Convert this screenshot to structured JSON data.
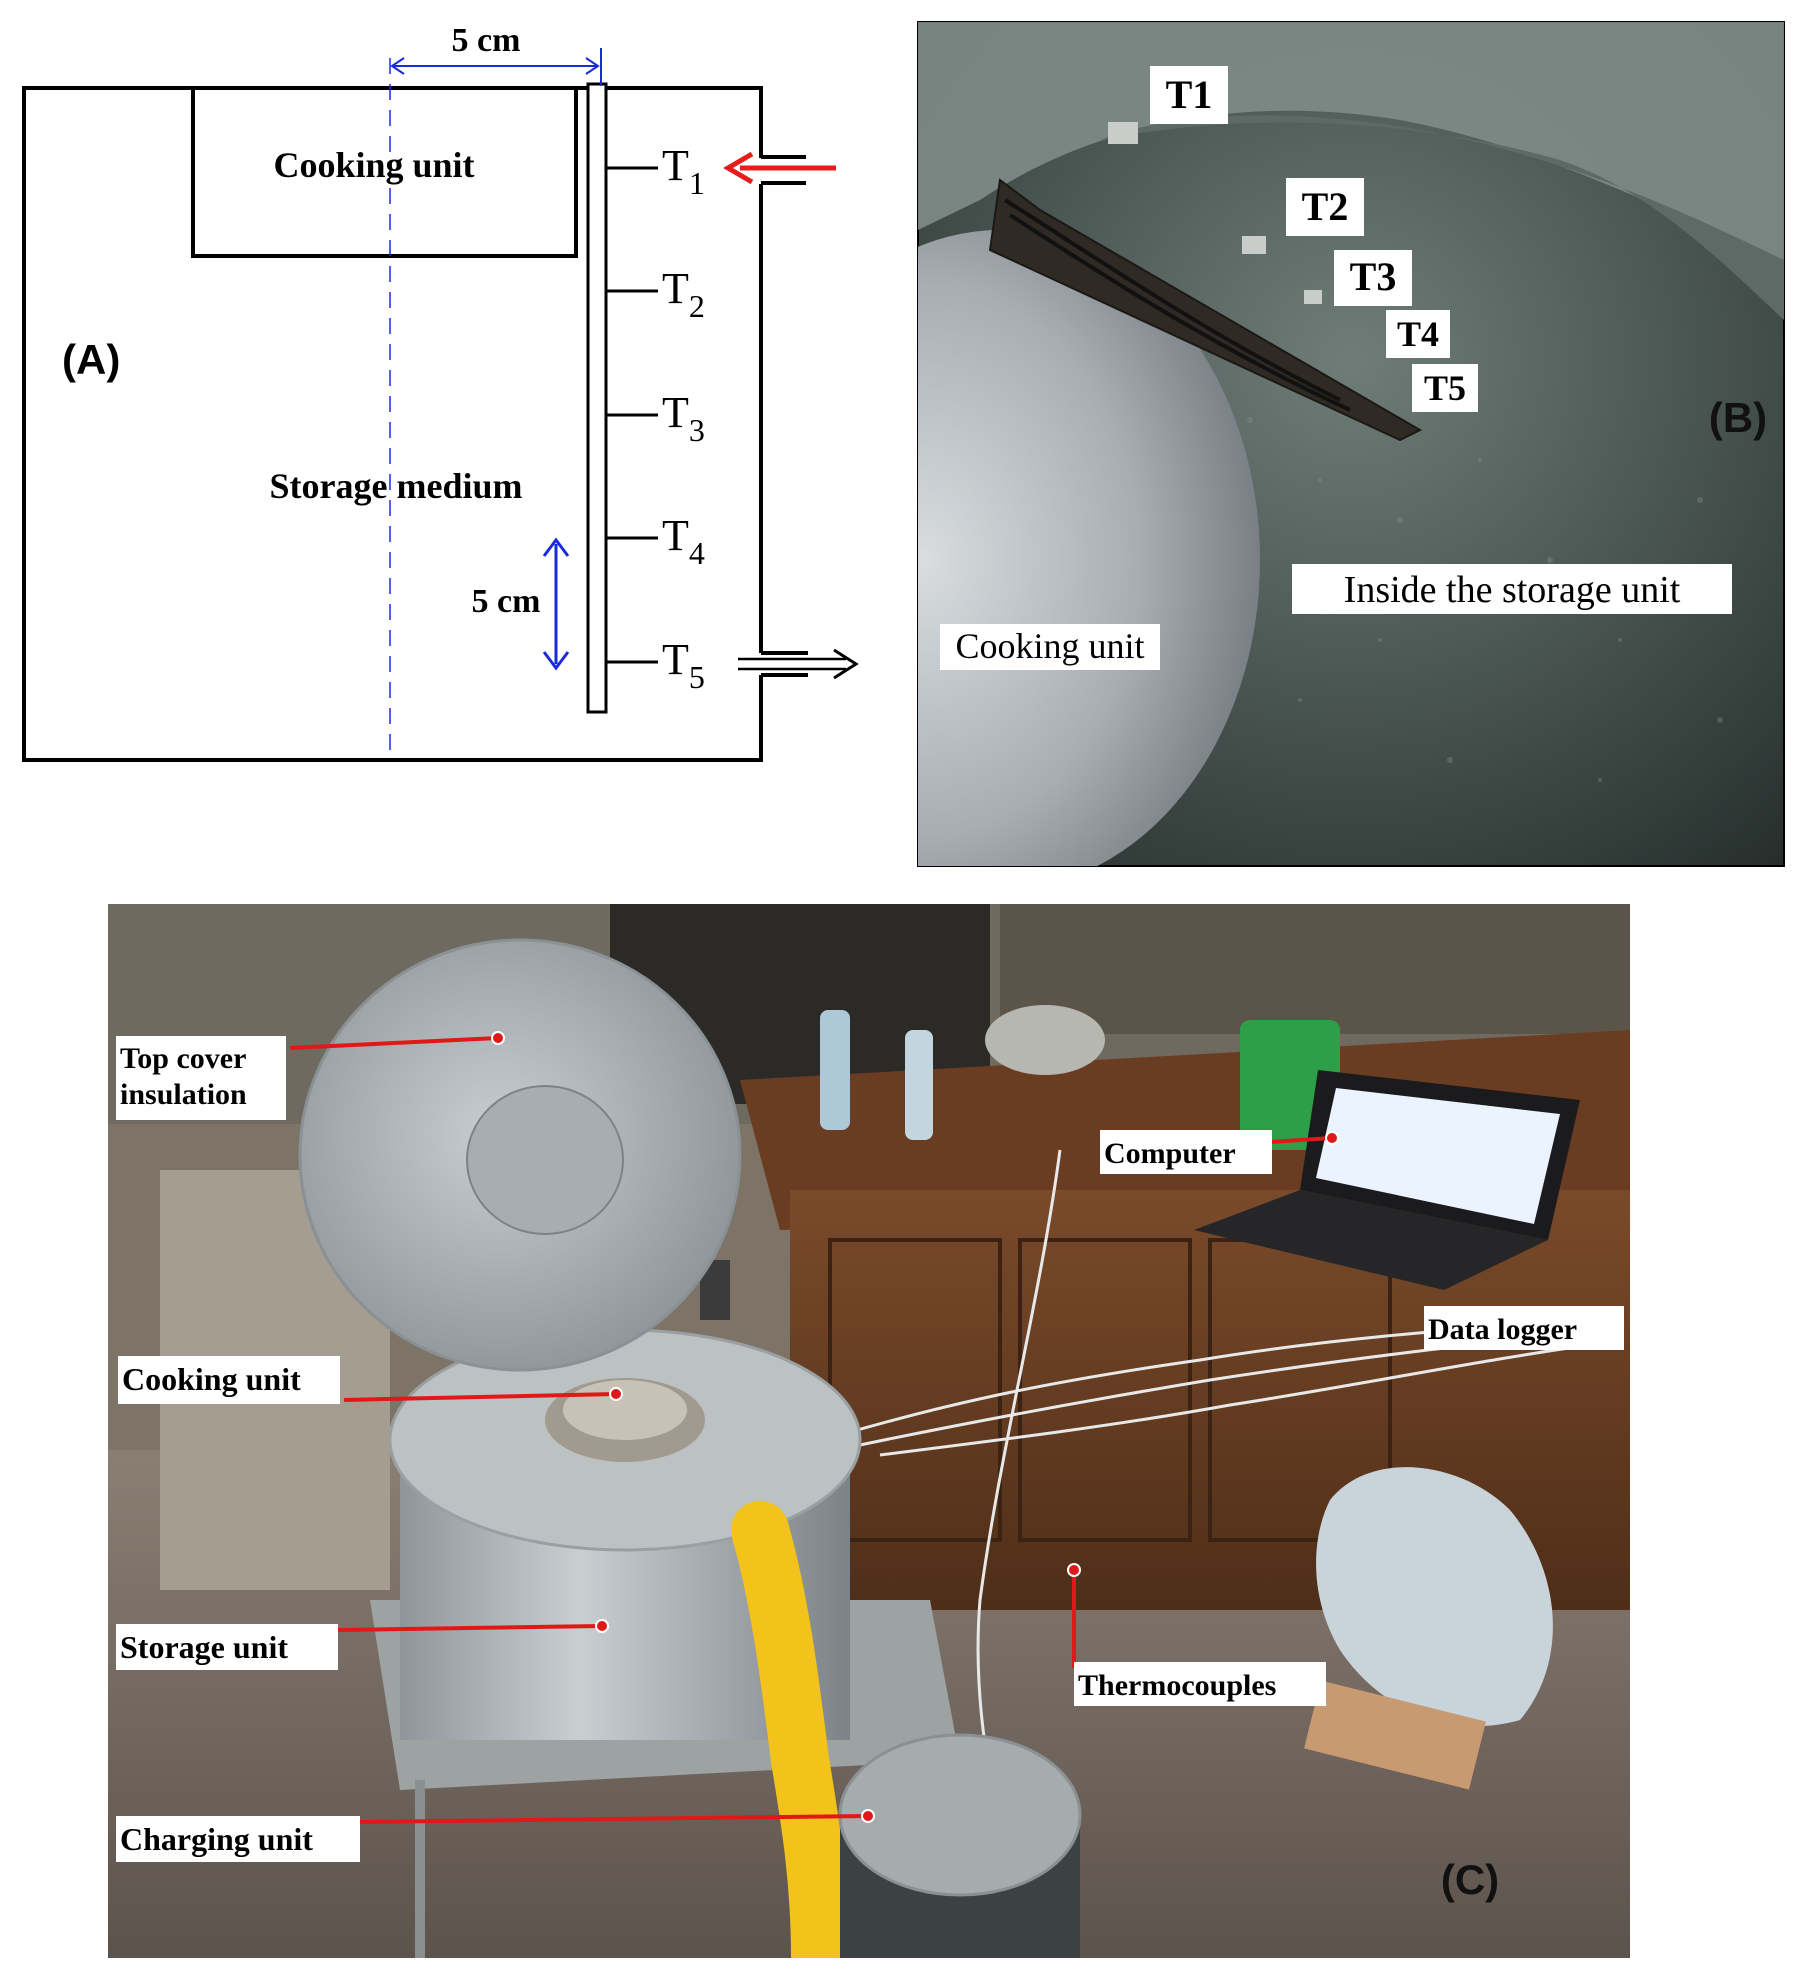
{
  "panel_a": {
    "panel_label": "(A)",
    "width_dimension": "5 cm",
    "spacing_dimension": "5 cm",
    "cooking_unit": "Cooking unit",
    "storage_medium": "Storage medium",
    "sensors": [
      {
        "letter": "T",
        "sub": "1"
      },
      {
        "letter": "T",
        "sub": "2"
      },
      {
        "letter": "T",
        "sub": "3"
      },
      {
        "letter": "T",
        "sub": "4"
      },
      {
        "letter": "T",
        "sub": "5"
      }
    ],
    "colors": {
      "inlet_arrow": "#e81c1c",
      "dimension": "#1a2bdb",
      "outlet_arrow": "#000000"
    }
  },
  "panel_b": {
    "panel_label": "(B)",
    "sensor_labels": [
      "T1",
      "T2",
      "T3",
      "T4",
      "T5"
    ],
    "inside_label": "Inside the storage unit",
    "cooking_unit": "Cooking unit"
  },
  "panel_c": {
    "panel_label": "(C)",
    "callouts": {
      "top_cover": "Top cover insulation",
      "cooking_unit": "Cooking unit",
      "storage_unit": "Storage unit",
      "charging_unit": "Charging unit",
      "computer": "Computer",
      "data_logger": "Data logger",
      "thermocouples": "Thermocouples"
    },
    "colors": {
      "callout_line": "#e01818"
    }
  }
}
